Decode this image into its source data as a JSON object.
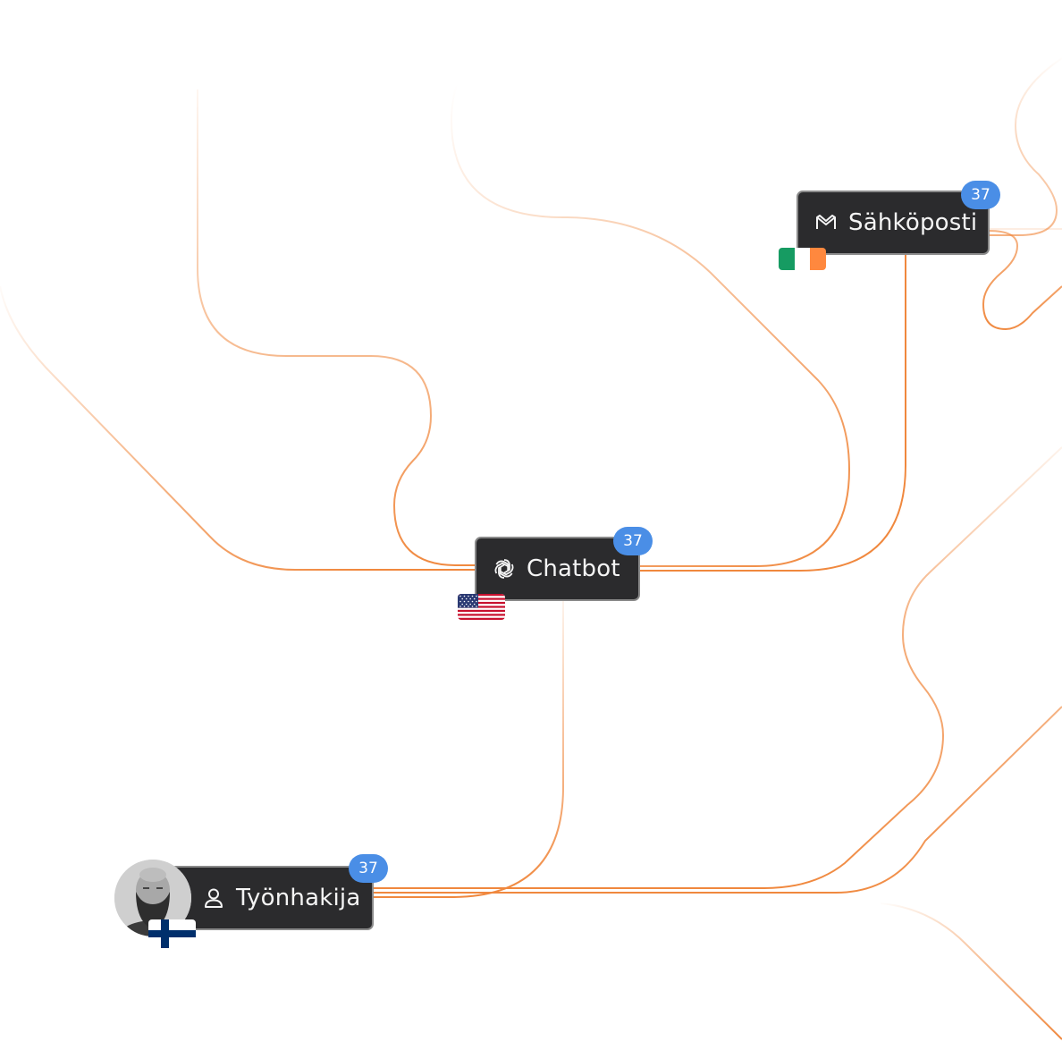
{
  "nodes": {
    "sahkoposti": {
      "label": "Sähköposti",
      "icon": "gmail-icon",
      "count": "37",
      "flag": "ireland-flag"
    },
    "chatbot": {
      "label": "Chatbot",
      "icon": "openai-icon",
      "count": "37",
      "flag": "usa-flag"
    },
    "tyonhakija": {
      "label": "Työnhakija",
      "icon": "user-icon",
      "count": "37",
      "flag": "finland-flag",
      "avatar": "bearded-man-avatar"
    }
  },
  "colors": {
    "connector": "#f0883e",
    "node_bg": "#2b2b2d",
    "node_border": "#8a8a8a",
    "badge": "#4a8ee6"
  }
}
